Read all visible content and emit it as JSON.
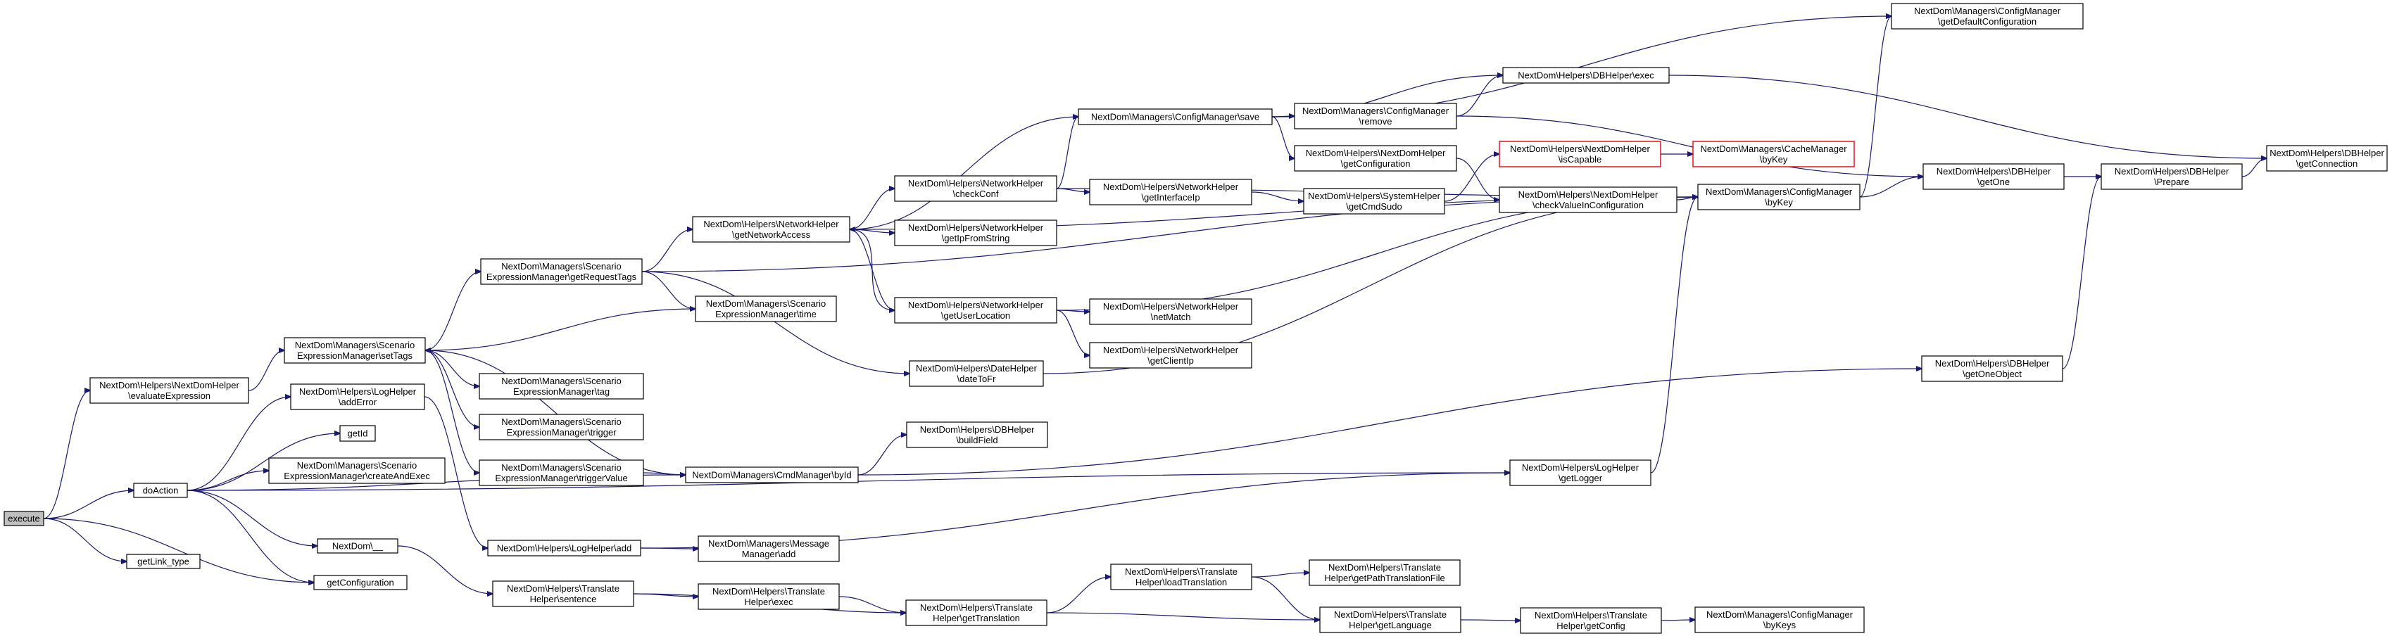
{
  "graph": {
    "nodes": [
      {
        "id": "execute",
        "lines": [
          "execute"
        ],
        "root": true
      },
      {
        "id": "evaluateExpression",
        "lines": [
          "NextDom\\Helpers\\NextDomHelper",
          "\\evaluateExpression"
        ]
      },
      {
        "id": "doAction",
        "lines": [
          "doAction"
        ]
      },
      {
        "id": "getLink_type",
        "lines": [
          "getLink_type"
        ]
      },
      {
        "id": "getConfiguration",
        "lines": [
          "getConfiguration"
        ]
      },
      {
        "id": "setTags",
        "lines": [
          "NextDom\\Managers\\Scenario",
          "ExpressionManager\\setTags"
        ]
      },
      {
        "id": "addError",
        "lines": [
          "NextDom\\Helpers\\LogHelper",
          "\\addError"
        ]
      },
      {
        "id": "getId",
        "lines": [
          "getId"
        ]
      },
      {
        "id": "createAndExec",
        "lines": [
          "NextDom\\Managers\\Scenario",
          "ExpressionManager\\createAndExec"
        ]
      },
      {
        "id": "underscore",
        "lines": [
          "NextDom\\__"
        ]
      },
      {
        "id": "getRequestTags",
        "lines": [
          "NextDom\\Managers\\Scenario",
          "ExpressionManager\\getRequestTags"
        ]
      },
      {
        "id": "smTime",
        "lines": [
          "NextDom\\Managers\\Scenario",
          "ExpressionManager\\time"
        ]
      },
      {
        "id": "smTag",
        "lines": [
          "NextDom\\Managers\\Scenario",
          "ExpressionManager\\tag"
        ]
      },
      {
        "id": "smTrigger",
        "lines": [
          "NextDom\\Managers\\Scenario",
          "ExpressionManager\\trigger"
        ]
      },
      {
        "id": "smTriggerValue",
        "lines": [
          "NextDom\\Managers\\Scenario",
          "ExpressionManager\\triggerValue"
        ]
      },
      {
        "id": "cmdById",
        "lines": [
          "NextDom\\Managers\\CmdManager\\byId"
        ]
      },
      {
        "id": "logAdd",
        "lines": [
          "NextDom\\Helpers\\LogHelper\\add"
        ]
      },
      {
        "id": "sentence",
        "lines": [
          "NextDom\\Helpers\\Translate",
          "Helper\\sentence"
        ]
      },
      {
        "id": "getNetworkAccess",
        "lines": [
          "NextDom\\Helpers\\NetworkHelper",
          "\\getNetworkAccess"
        ]
      },
      {
        "id": "dateToFr",
        "lines": [
          "NextDom\\Helpers\\DateHelper",
          "\\dateToFr"
        ]
      },
      {
        "id": "buildField",
        "lines": [
          "NextDom\\Helpers\\DBHelper",
          "\\buildField"
        ]
      },
      {
        "id": "messageAdd",
        "lines": [
          "NextDom\\Managers\\Message",
          "Manager\\add"
        ]
      },
      {
        "id": "thExec",
        "lines": [
          "NextDom\\Helpers\\Translate",
          "Helper\\exec"
        ]
      },
      {
        "id": "getTranslation",
        "lines": [
          "NextDom\\Helpers\\Translate",
          "Helper\\getTranslation"
        ]
      },
      {
        "id": "checkConf",
        "lines": [
          "NextDom\\Helpers\\NetworkHelper",
          "\\checkConf"
        ]
      },
      {
        "id": "getIpFromString",
        "lines": [
          "NextDom\\Helpers\\NetworkHelper",
          "\\getIpFromString"
        ]
      },
      {
        "id": "getUserLocation",
        "lines": [
          "NextDom\\Helpers\\NetworkHelper",
          "\\getUserLocation"
        ]
      },
      {
        "id": "configSave",
        "lines": [
          "NextDom\\Managers\\ConfigManager\\save"
        ]
      },
      {
        "id": "getInterfaceIp",
        "lines": [
          "NextDom\\Helpers\\NetworkHelper",
          "\\getInterfaceIp"
        ]
      },
      {
        "id": "netMatch",
        "lines": [
          "NextDom\\Helpers\\NetworkHelper",
          "\\netMatch"
        ]
      },
      {
        "id": "getClientIp",
        "lines": [
          "NextDom\\Helpers\\NetworkHelper",
          "\\getClientIp"
        ]
      },
      {
        "id": "loadTranslation",
        "lines": [
          "NextDom\\Helpers\\Translate",
          "Helper\\loadTranslation"
        ]
      },
      {
        "id": "configRemove",
        "lines": [
          "NextDom\\Managers\\ConfigManager",
          "\\remove"
        ]
      },
      {
        "id": "ndGetConfiguration",
        "lines": [
          "NextDom\\Helpers\\NextDomHelper",
          "\\getConfiguration"
        ]
      },
      {
        "id": "getCmdSudo",
        "lines": [
          "NextDom\\Helpers\\SystemHelper",
          "\\getCmdSudo"
        ]
      },
      {
        "id": "getPathTranslationFile",
        "lines": [
          "NextDom\\Helpers\\Translate",
          "Helper\\getPathTranslationFile"
        ]
      },
      {
        "id": "getLanguage",
        "lines": [
          "NextDom\\Helpers\\Translate",
          "Helper\\getLanguage"
        ]
      },
      {
        "id": "dbExec",
        "lines": [
          "NextDom\\Helpers\\DBHelper\\exec"
        ]
      },
      {
        "id": "isCapable",
        "lines": [
          "NextDom\\Helpers\\NextDomHelper",
          "\\isCapable"
        ],
        "red": true
      },
      {
        "id": "checkValueInConfiguration",
        "lines": [
          "NextDom\\Helpers\\NextDomHelper",
          "\\checkValueInConfiguration"
        ]
      },
      {
        "id": "logGetLogger",
        "lines": [
          "NextDom\\Helpers\\LogHelper",
          "\\getLogger"
        ]
      },
      {
        "id": "thGetConfig",
        "lines": [
          "NextDom\\Helpers\\Translate",
          "Helper\\getConfig"
        ]
      },
      {
        "id": "cacheByKey",
        "lines": [
          "NextDom\\Managers\\CacheManager",
          "\\byKey"
        ],
        "red": true
      },
      {
        "id": "configByKey",
        "lines": [
          "NextDom\\Managers\\ConfigManager",
          "\\byKey"
        ]
      },
      {
        "id": "configByKeys",
        "lines": [
          "NextDom\\Managers\\ConfigManager",
          "\\byKeys"
        ]
      },
      {
        "id": "getDefaultConfiguration",
        "lines": [
          "NextDom\\Managers\\ConfigManager",
          "\\getDefaultConfiguration"
        ]
      },
      {
        "id": "getOneObject",
        "lines": [
          "NextDom\\Helpers\\DBHelper",
          "\\getOneObject"
        ]
      },
      {
        "id": "getOne",
        "lines": [
          "NextDom\\Helpers\\DBHelper",
          "\\getOne"
        ]
      },
      {
        "id": "prepare",
        "lines": [
          "NextDom\\Helpers\\DBHelper",
          "\\Prepare"
        ]
      },
      {
        "id": "getConnection",
        "lines": [
          "NextDom\\Helpers\\DBHelper",
          "\\getConnection"
        ]
      }
    ],
    "edges": [
      [
        "execute",
        "evaluateExpression"
      ],
      [
        "execute",
        "doAction"
      ],
      [
        "execute",
        "getLink_type"
      ],
      [
        "execute",
        "getConfiguration"
      ],
      [
        "evaluateExpression",
        "setTags"
      ],
      [
        "doAction",
        "addError"
      ],
      [
        "doAction",
        "getId"
      ],
      [
        "doAction",
        "createAndExec"
      ],
      [
        "doAction",
        "underscore"
      ],
      [
        "doAction",
        "getConfiguration"
      ],
      [
        "doAction",
        "cmdById"
      ],
      [
        "doAction",
        "logGetLogger"
      ],
      [
        "setTags",
        "getRequestTags"
      ],
      [
        "setTags",
        "smTag"
      ],
      [
        "setTags",
        "smTrigger"
      ],
      [
        "setTags",
        "smTriggerValue"
      ],
      [
        "setTags",
        "cmdById"
      ],
      [
        "smTime",
        "setTags"
      ],
      [
        "addError",
        "logAdd"
      ],
      [
        "underscore",
        "sentence"
      ],
      [
        "getRequestTags",
        "getNetworkAccess"
      ],
      [
        "getRequestTags",
        "smTime"
      ],
      [
        "getRequestTags",
        "dateToFr"
      ],
      [
        "getRequestTags",
        "configByKey"
      ],
      [
        "smTriggerValue",
        "cmdById"
      ],
      [
        "cmdById",
        "buildField"
      ],
      [
        "cmdById",
        "getOneObject"
      ],
      [
        "logAdd",
        "messageAdd"
      ],
      [
        "logAdd",
        "logGetLogger"
      ],
      [
        "sentence",
        "thExec"
      ],
      [
        "sentence",
        "getTranslation"
      ],
      [
        "thExec",
        "getTranslation"
      ],
      [
        "getNetworkAccess",
        "checkConf"
      ],
      [
        "getNetworkAccess",
        "getIpFromString"
      ],
      [
        "getNetworkAccess",
        "getUserLocation"
      ],
      [
        "getNetworkAccess",
        "configSave"
      ],
      [
        "getNetworkAccess",
        "configByKey"
      ],
      [
        "getUserLocation",
        "getNetworkAccess"
      ],
      [
        "getUserLocation",
        "netMatch"
      ],
      [
        "getUserLocation",
        "getClientIp"
      ],
      [
        "getUserLocation",
        "configByKey"
      ],
      [
        "checkConf",
        "configSave"
      ],
      [
        "checkConf",
        "getInterfaceIp"
      ],
      [
        "checkConf",
        "configByKey"
      ],
      [
        "getInterfaceIp",
        "getCmdSudo"
      ],
      [
        "getCmdSudo",
        "isCapable"
      ],
      [
        "isCapable",
        "cacheByKey"
      ],
      [
        "dateToFr",
        "configByKey"
      ],
      [
        "configSave",
        "configRemove"
      ],
      [
        "configSave",
        "dbExec"
      ],
      [
        "configSave",
        "ndGetConfiguration"
      ],
      [
        "configSave",
        "getDefaultConfiguration"
      ],
      [
        "configRemove",
        "dbExec"
      ],
      [
        "configRemove",
        "getOne"
      ],
      [
        "ndGetConfiguration",
        "checkValueInConfiguration"
      ],
      [
        "checkValueInConfiguration",
        "configByKey"
      ],
      [
        "configByKey",
        "getDefaultConfiguration"
      ],
      [
        "configByKey",
        "getOne"
      ],
      [
        "dbExec",
        "getConnection"
      ],
      [
        "getOne",
        "prepare"
      ],
      [
        "getOneObject",
        "prepare"
      ],
      [
        "prepare",
        "getConnection"
      ],
      [
        "logGetLogger",
        "configByKey"
      ],
      [
        "getTranslation",
        "loadTranslation"
      ],
      [
        "getTranslation",
        "getLanguage"
      ],
      [
        "loadTranslation",
        "getPathTranslationFile"
      ],
      [
        "loadTranslation",
        "getLanguage"
      ],
      [
        "getLanguage",
        "thGetConfig"
      ],
      [
        "thGetConfig",
        "configByKeys"
      ]
    ]
  }
}
